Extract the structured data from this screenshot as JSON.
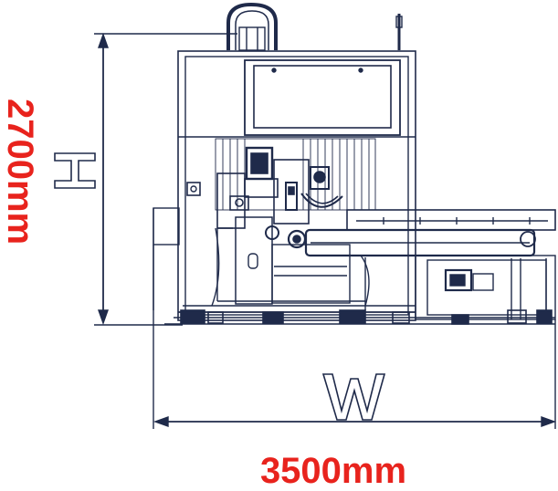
{
  "dimensions": {
    "height": {
      "letter": "H",
      "value": "2700mm"
    },
    "width": {
      "letter": "W",
      "value": "3500mm"
    }
  },
  "colors": {
    "line": "#1f2a4a",
    "dimension_value": "#e8231d",
    "background": "#ffffff"
  }
}
